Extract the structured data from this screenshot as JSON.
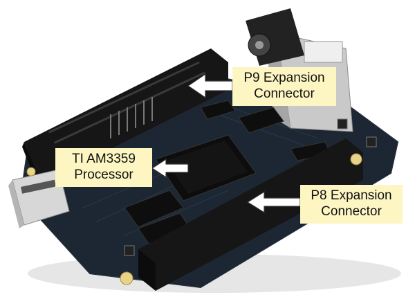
{
  "callouts": {
    "p9": {
      "line1": "P9 Expansion",
      "line2": "Connector"
    },
    "processor": {
      "line1": "TI AM3359",
      "line2": "Processor"
    },
    "p8": {
      "line1": "P8 Expansion",
      "line2": "Connector"
    }
  },
  "colors": {
    "callout_bg": "#fdf6c3",
    "arrow_fill": "#ffffff",
    "arrow_stroke": "#333333",
    "board": "#1d2733",
    "header": "#161616"
  },
  "icons": [
    "left-arrow-icon"
  ]
}
